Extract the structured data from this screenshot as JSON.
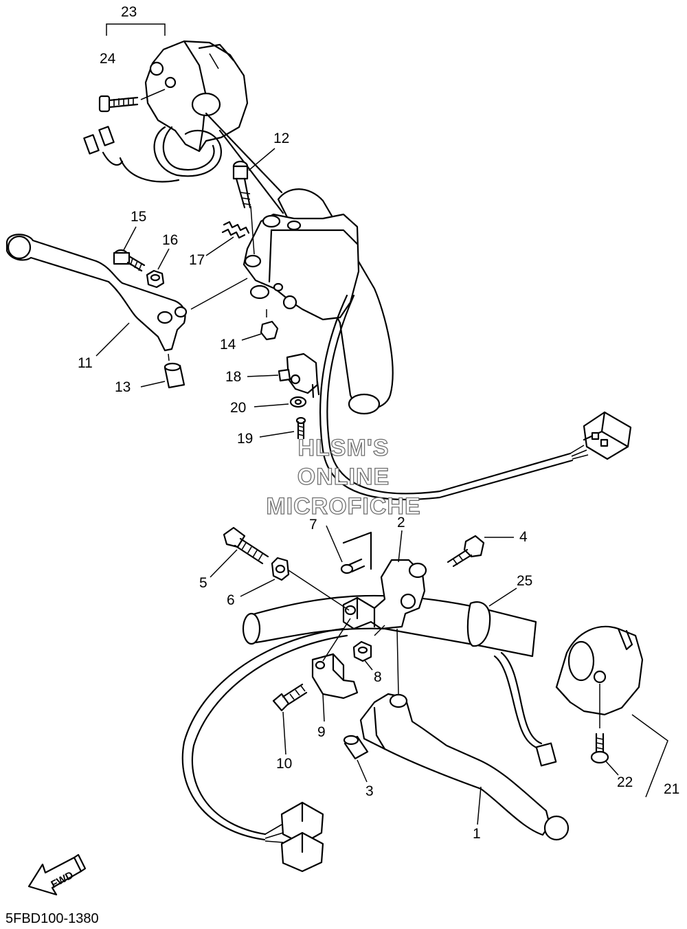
{
  "diagram_code": "5FBD100-1380",
  "watermark": [
    "HLSM'S",
    "ONLINE",
    "MICROFICHE"
  ],
  "fwd_label": "FWD",
  "callouts": {
    "c1": "1",
    "c2": "2",
    "c3": "3",
    "c4": "4",
    "c5": "5",
    "c6": "6",
    "c7": "7",
    "c8": "8",
    "c9": "9",
    "c10": "10",
    "c11": "11",
    "c12": "12",
    "c13": "13",
    "c14": "14",
    "c15": "15",
    "c16": "16",
    "c17": "17",
    "c18": "18",
    "c19": "19",
    "c20": "20",
    "c21": "21",
    "c22": "22",
    "c23": "23",
    "c24": "24",
    "c25": "25"
  }
}
